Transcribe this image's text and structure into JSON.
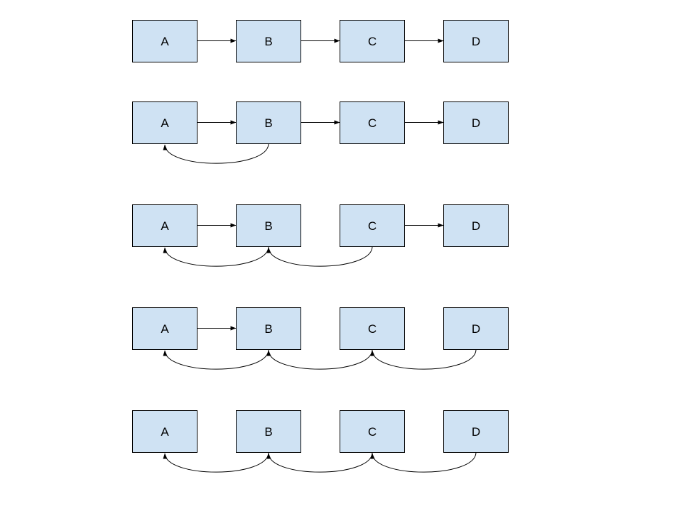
{
  "colors": {
    "box_fill": "#cfe2f3",
    "box_stroke": "#000000",
    "edge": "#000000",
    "background": "#ffffff"
  },
  "rows": [
    {
      "nodes": [
        "A",
        "B",
        "C",
        "D"
      ],
      "forward_edges": [
        [
          "A",
          "B"
        ],
        [
          "B",
          "C"
        ],
        [
          "C",
          "D"
        ]
      ],
      "back_edges": []
    },
    {
      "nodes": [
        "A",
        "B",
        "C",
        "D"
      ],
      "forward_edges": [
        [
          "A",
          "B"
        ],
        [
          "B",
          "C"
        ],
        [
          "C",
          "D"
        ]
      ],
      "back_edges": [
        [
          "B",
          "A"
        ]
      ]
    },
    {
      "nodes": [
        "A",
        "B",
        "C",
        "D"
      ],
      "forward_edges": [
        [
          "A",
          "B"
        ],
        [
          "C",
          "D"
        ]
      ],
      "back_edges": [
        [
          "B",
          "A"
        ],
        [
          "C",
          "B"
        ]
      ]
    },
    {
      "nodes": [
        "A",
        "B",
        "C",
        "D"
      ],
      "forward_edges": [
        [
          "A",
          "B"
        ]
      ],
      "back_edges": [
        [
          "B",
          "A"
        ],
        [
          "C",
          "B"
        ],
        [
          "D",
          "C"
        ]
      ]
    },
    {
      "nodes": [
        "A",
        "B",
        "C",
        "D"
      ],
      "forward_edges": [],
      "back_edges": [
        [
          "B",
          "A"
        ],
        [
          "C",
          "B"
        ],
        [
          "D",
          "C"
        ]
      ]
    }
  ]
}
